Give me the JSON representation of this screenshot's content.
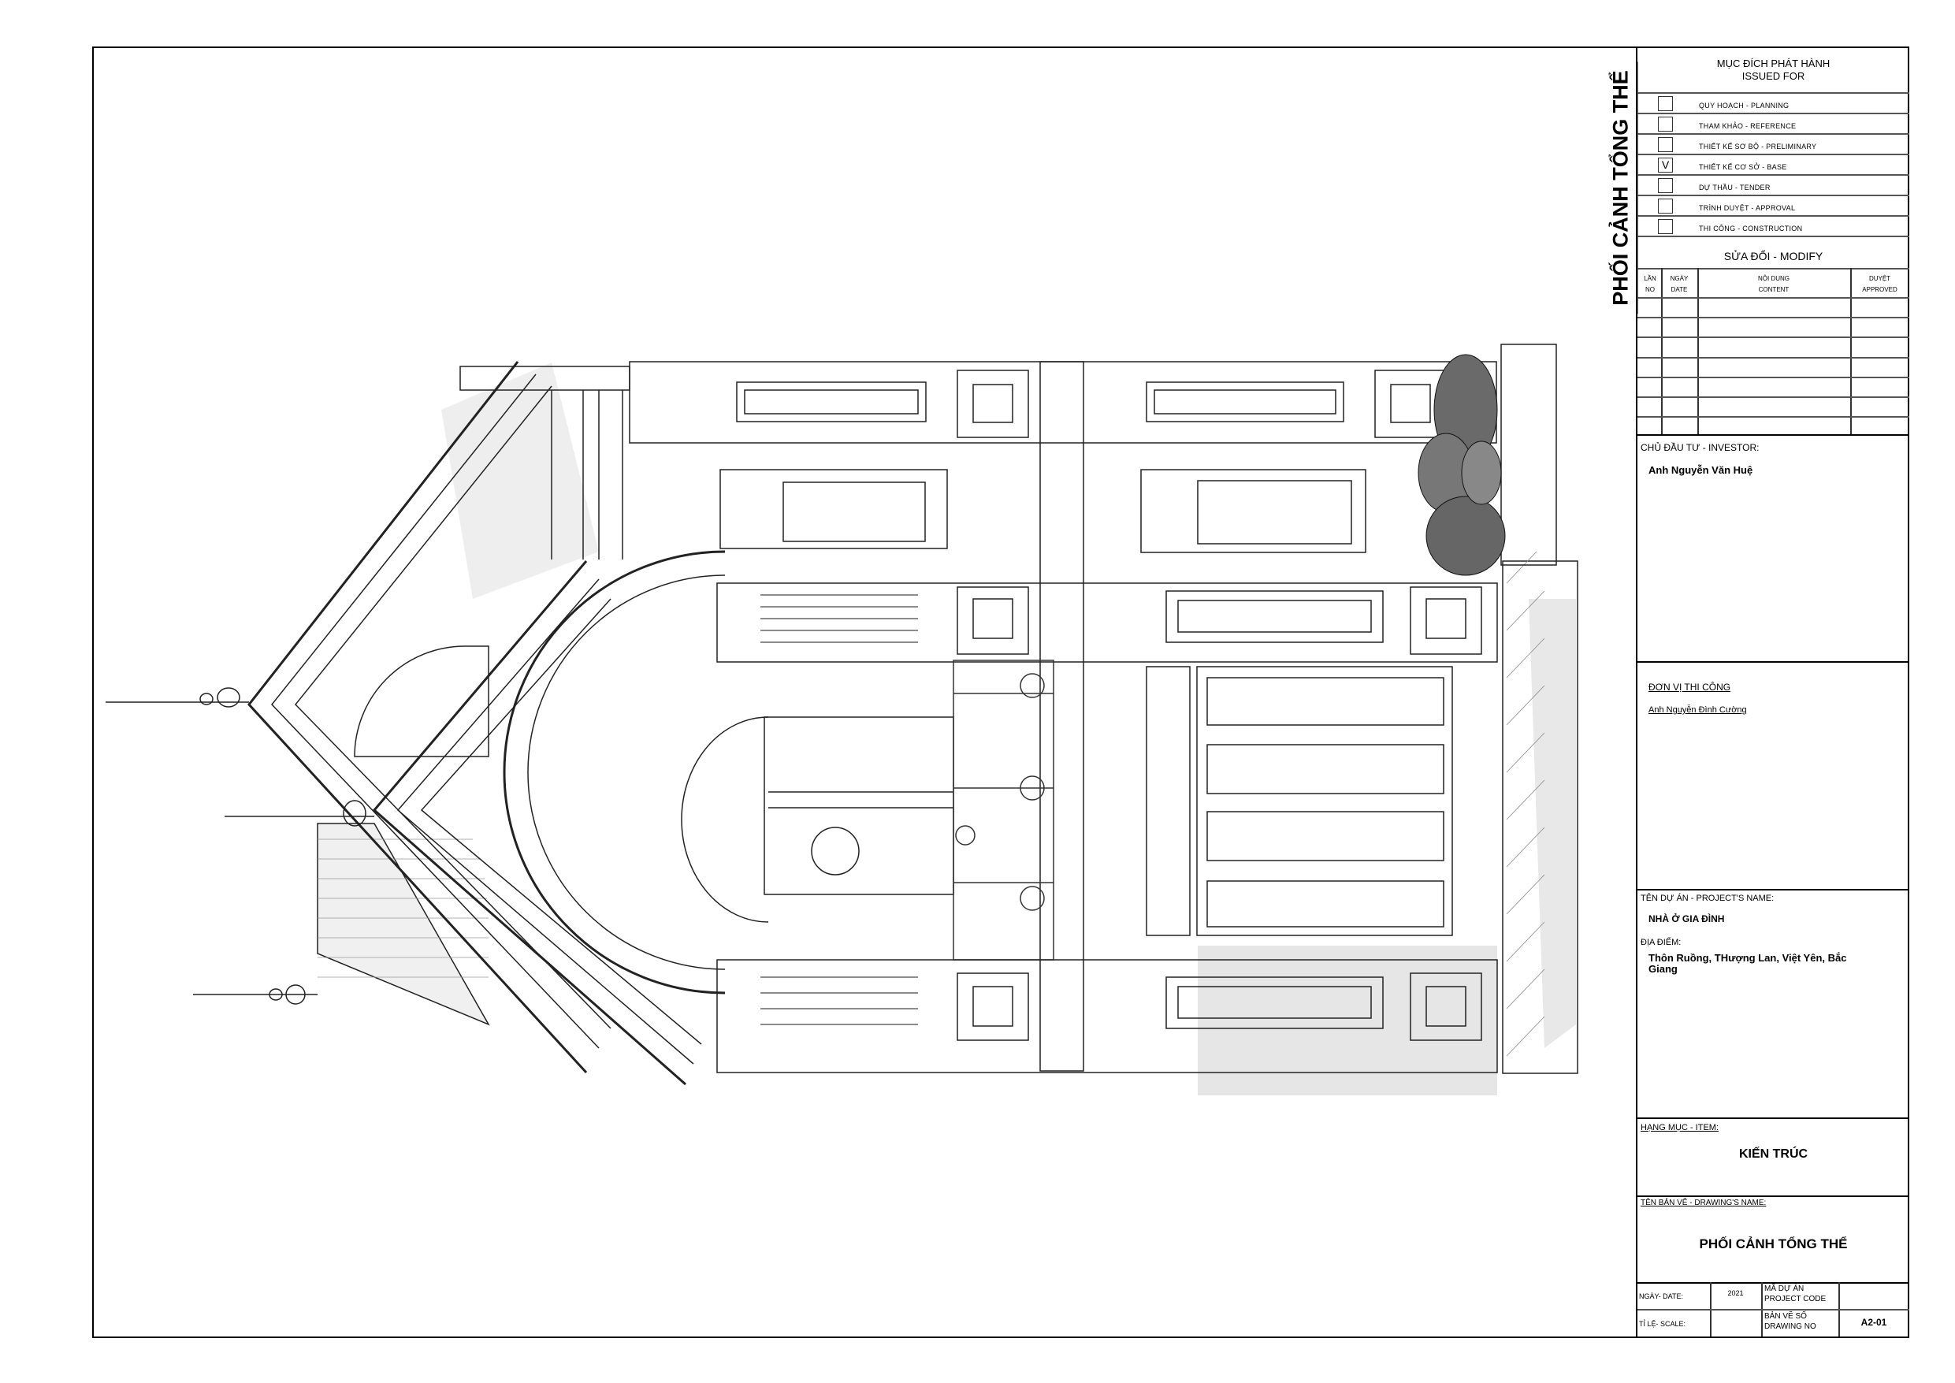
{
  "sheet_title_vertical": "PHỐI CẢNH TỔNG THỂ",
  "issued_for": {
    "title_vi": "MỤC ĐÍCH PHÁT HÀNH",
    "title_en": "ISSUED FOR",
    "options": [
      {
        "label": "QUY HOẠCH - PLANNING",
        "checked": false
      },
      {
        "label": "THAM KHẢO - REFERENCE",
        "checked": false
      },
      {
        "label": "THIẾT KẾ SƠ BỘ - PRELIMINARY",
        "checked": false
      },
      {
        "label": "THIẾT KẾ CƠ SỞ - BASE",
        "checked": true,
        "mark": "V"
      },
      {
        "label": "DỰ THẦU - TENDER",
        "checked": false
      },
      {
        "label": "TRÌNH DUYỆT - APPROVAL",
        "checked": false
      },
      {
        "label": "THI CÔNG - CONSTRUCTION",
        "checked": false
      }
    ]
  },
  "modify": {
    "title": "SỬA ĐỔI - MODIFY",
    "headers": {
      "no_vi": "LẦN",
      "no_en": "NO",
      "date_vi": "NGÀY",
      "date_en": "DATE",
      "content_vi": "NỘI DUNG",
      "content_en": "CONTENT",
      "approved_vi": "DUYỆT",
      "approved_en": "APPROVED"
    }
  },
  "investor": {
    "label": "CHỦ ĐẦU TƯ - INVESTOR:",
    "value": "Anh Nguyễn Văn Huệ"
  },
  "contractor": {
    "label": "ĐƠN VỊ THI CÔNG",
    "value": "Anh Nguyễn Đình Cường"
  },
  "project": {
    "label": "TÊN DỰ ÁN - PROJECT'S NAME:",
    "value": "NHÀ Ở GIA ĐÌNH",
    "location_label": "ĐỊA ĐIỂM:",
    "location_line1": "Thôn Ruồng, THượng Lan, Việt Yên, Bắc",
    "location_line2": "Giang"
  },
  "item": {
    "label": "HẠNG MỤC - ITEM:",
    "value": "KIẾN TRÚC"
  },
  "drawing_name": {
    "label": "TÊN BẢN VẼ - DRAWING'S NAME:",
    "value": "PHỐI CẢNH TỔNG THỂ"
  },
  "footer": {
    "date_label": "NGÀY- DATE:",
    "date_value": "2021",
    "project_code_label1": "MÃ DỰ ÁN",
    "project_code_label2": "PROJECT CODE",
    "scale_label": "TỈ LỆ- SCALE:",
    "drawing_no_label1": "BẢN VẼ SỐ",
    "drawing_no_label2": "DRAWING NO",
    "drawing_no_value": "A2-01"
  }
}
